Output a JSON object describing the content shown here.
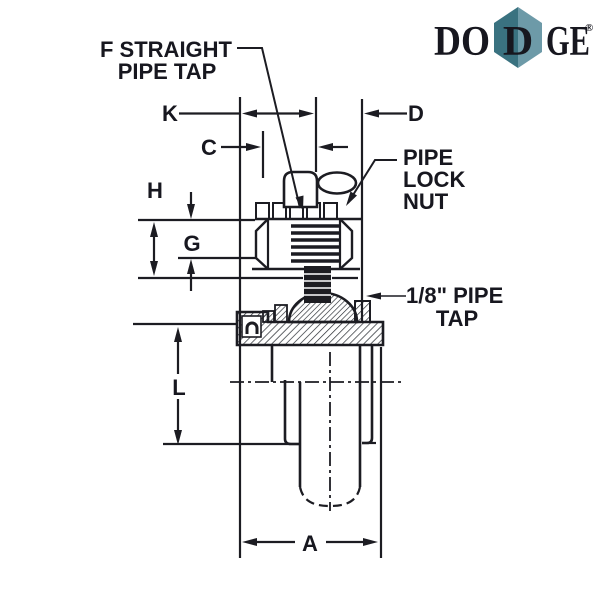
{
  "drawing": {
    "title_semantic": "flange bearing dimensional drawing",
    "line_color": "#1c1c22",
    "labels": {
      "k": "K",
      "c": "C",
      "d": "D",
      "h": "H",
      "g": "G",
      "l": "L",
      "a": "A",
      "f_tap": {
        "line1": "F STRAIGHT",
        "line2": "PIPE TAP"
      },
      "pipe_lock_nut": {
        "line1": "PIPE",
        "line2": "LOCK",
        "line3": "NUT"
      },
      "eighth_pipe_tap": {
        "line1": "1/8\" PIPE",
        "line2": "TAP"
      }
    }
  },
  "logo": {
    "text_left": "DO",
    "text_middle": "D",
    "text_right": "GE",
    "registered": "®",
    "letter_color": "#1e5f63",
    "middle_letter_color": "#ffffff",
    "diamond_color_left": "#3a7280",
    "diamond_color_right": "#6d9aa8"
  }
}
